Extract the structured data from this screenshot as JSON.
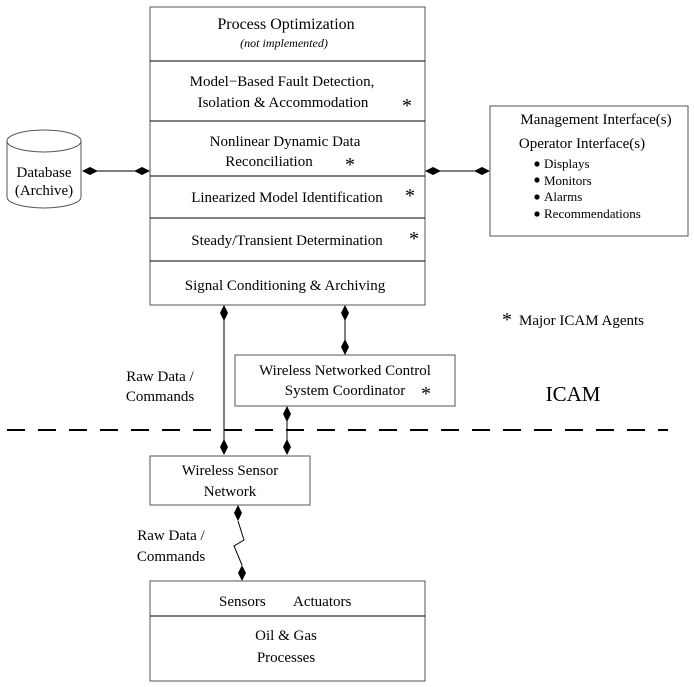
{
  "layers": {
    "title": "Process Optimization",
    "title_note": "(not implemented)",
    "fdia": [
      "Model−Based Fault Detection,",
      "Isolation & Accommodation"
    ],
    "nddr": [
      "Nonlinear Dynamic Data",
      "Reconciliation"
    ],
    "lmi": "Linearized Model Identification",
    "std": "Steady/Transient Determination",
    "sca": "Signal Conditioning & Archiving"
  },
  "database": [
    "Database",
    "(Archive)"
  ],
  "interfaces": {
    "line1": "Management Interface(s)",
    "line2": "Operator Interface(s)",
    "bullets": [
      "Displays",
      "Monitors",
      "Alarms",
      "Recommendations"
    ]
  },
  "agents_legend": "Major ICAM Agents",
  "agent_marker": "*",
  "coordinator": [
    "Wireless Networked Control",
    "System Coordinator"
  ],
  "icam_label": "ICAM",
  "raw_data_upper": [
    "Raw Data /",
    "Commands"
  ],
  "raw_data_lower": [
    "Raw Data /",
    "Commands"
  ],
  "wsn": [
    "Wireless Sensor",
    "Network"
  ],
  "field": {
    "sensors": "Sensors",
    "actuators": "Actuators",
    "process": [
      "Oil & Gas",
      "Processes"
    ]
  }
}
